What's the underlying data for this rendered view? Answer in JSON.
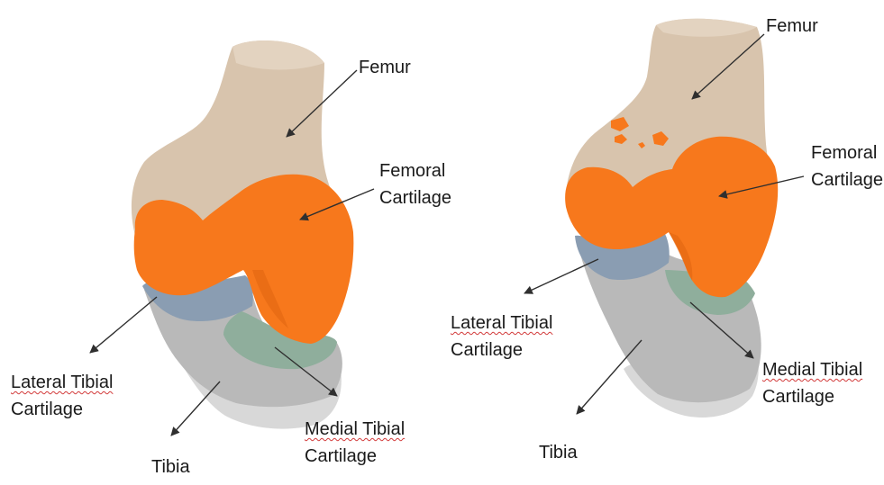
{
  "figure": {
    "panels": [
      {
        "id": "left",
        "labels": {
          "femur": "Femur",
          "femoral_cartilage": [
            "Femoral",
            "Cartilage"
          ],
          "lateral_tibial_cartilage": [
            "Lateral Tibial",
            "Cartilage"
          ],
          "medial_tibial_cartilage": [
            "Medial Tibial",
            "Cartilage"
          ],
          "tibia": "Tibia"
        }
      },
      {
        "id": "right",
        "labels": {
          "femur": "Femur",
          "femoral_cartilage": [
            "Femoral",
            "Cartilage"
          ],
          "lateral_tibial_cartilage": [
            "Lateral Tibial",
            "Cartilage"
          ],
          "medial_tibial_cartilage": [
            "Medial Tibial",
            "Cartilage"
          ],
          "tibia": "Tibia"
        }
      }
    ],
    "colors": {
      "femur": "#d8c4ad",
      "femoral_cartilage": "#f7781c",
      "lateral_tibial_cartilage": "#8a9db2",
      "medial_tibial_cartilage": "#8fae9c",
      "tibia": "#b9b9b9",
      "tibia_light": "#d8d8d8",
      "arrow": "#2f2f2f"
    }
  }
}
